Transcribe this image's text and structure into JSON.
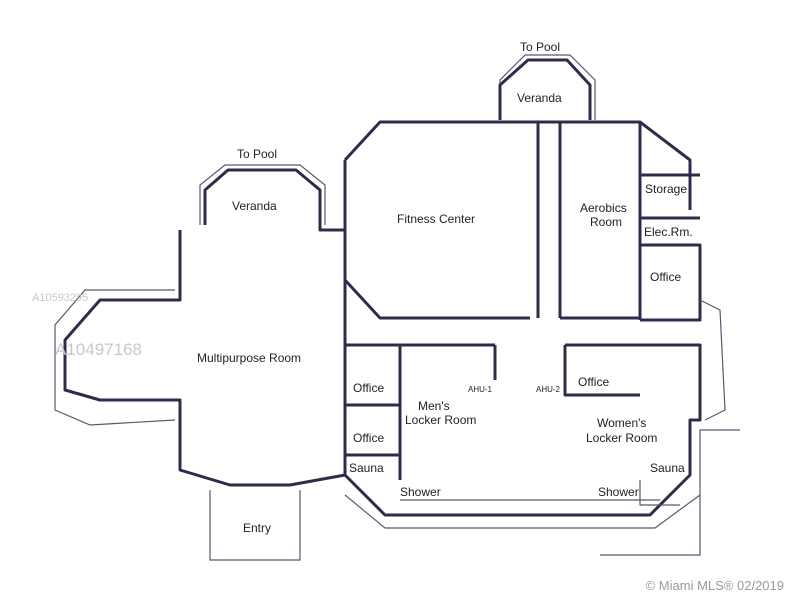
{
  "labels": {
    "to_pool_top": "To Pool",
    "to_pool_left": "To Pool",
    "veranda_top": "Veranda",
    "veranda_left": "Veranda",
    "fitness_center": "Fitness Center",
    "aerobics_room_1": "Aerobics",
    "aerobics_room_2": "Room",
    "storage": "Storage",
    "elec_rm": "Elec.Rm.",
    "office_right": "Office",
    "multipurpose_room": "Multipurpose Room",
    "office_left_1": "Office",
    "office_left_2": "Office",
    "office_mid": "Office",
    "ahu_1": "AHU-1",
    "ahu_2": "AHU-2",
    "mens_locker_1": "Men's",
    "mens_locker_2": "Locker Room",
    "womens_locker_1": "Women's",
    "womens_locker_2": "Locker Room",
    "sauna_left": "Sauna",
    "sauna_right": "Sauna",
    "shower_left": "Shower",
    "shower_right": "Shower",
    "entry": "Entry"
  },
  "watermarks": {
    "id_1": "A10593295",
    "id_2": "A10497168"
  },
  "copyright": "© Miami MLS® 02/2019"
}
